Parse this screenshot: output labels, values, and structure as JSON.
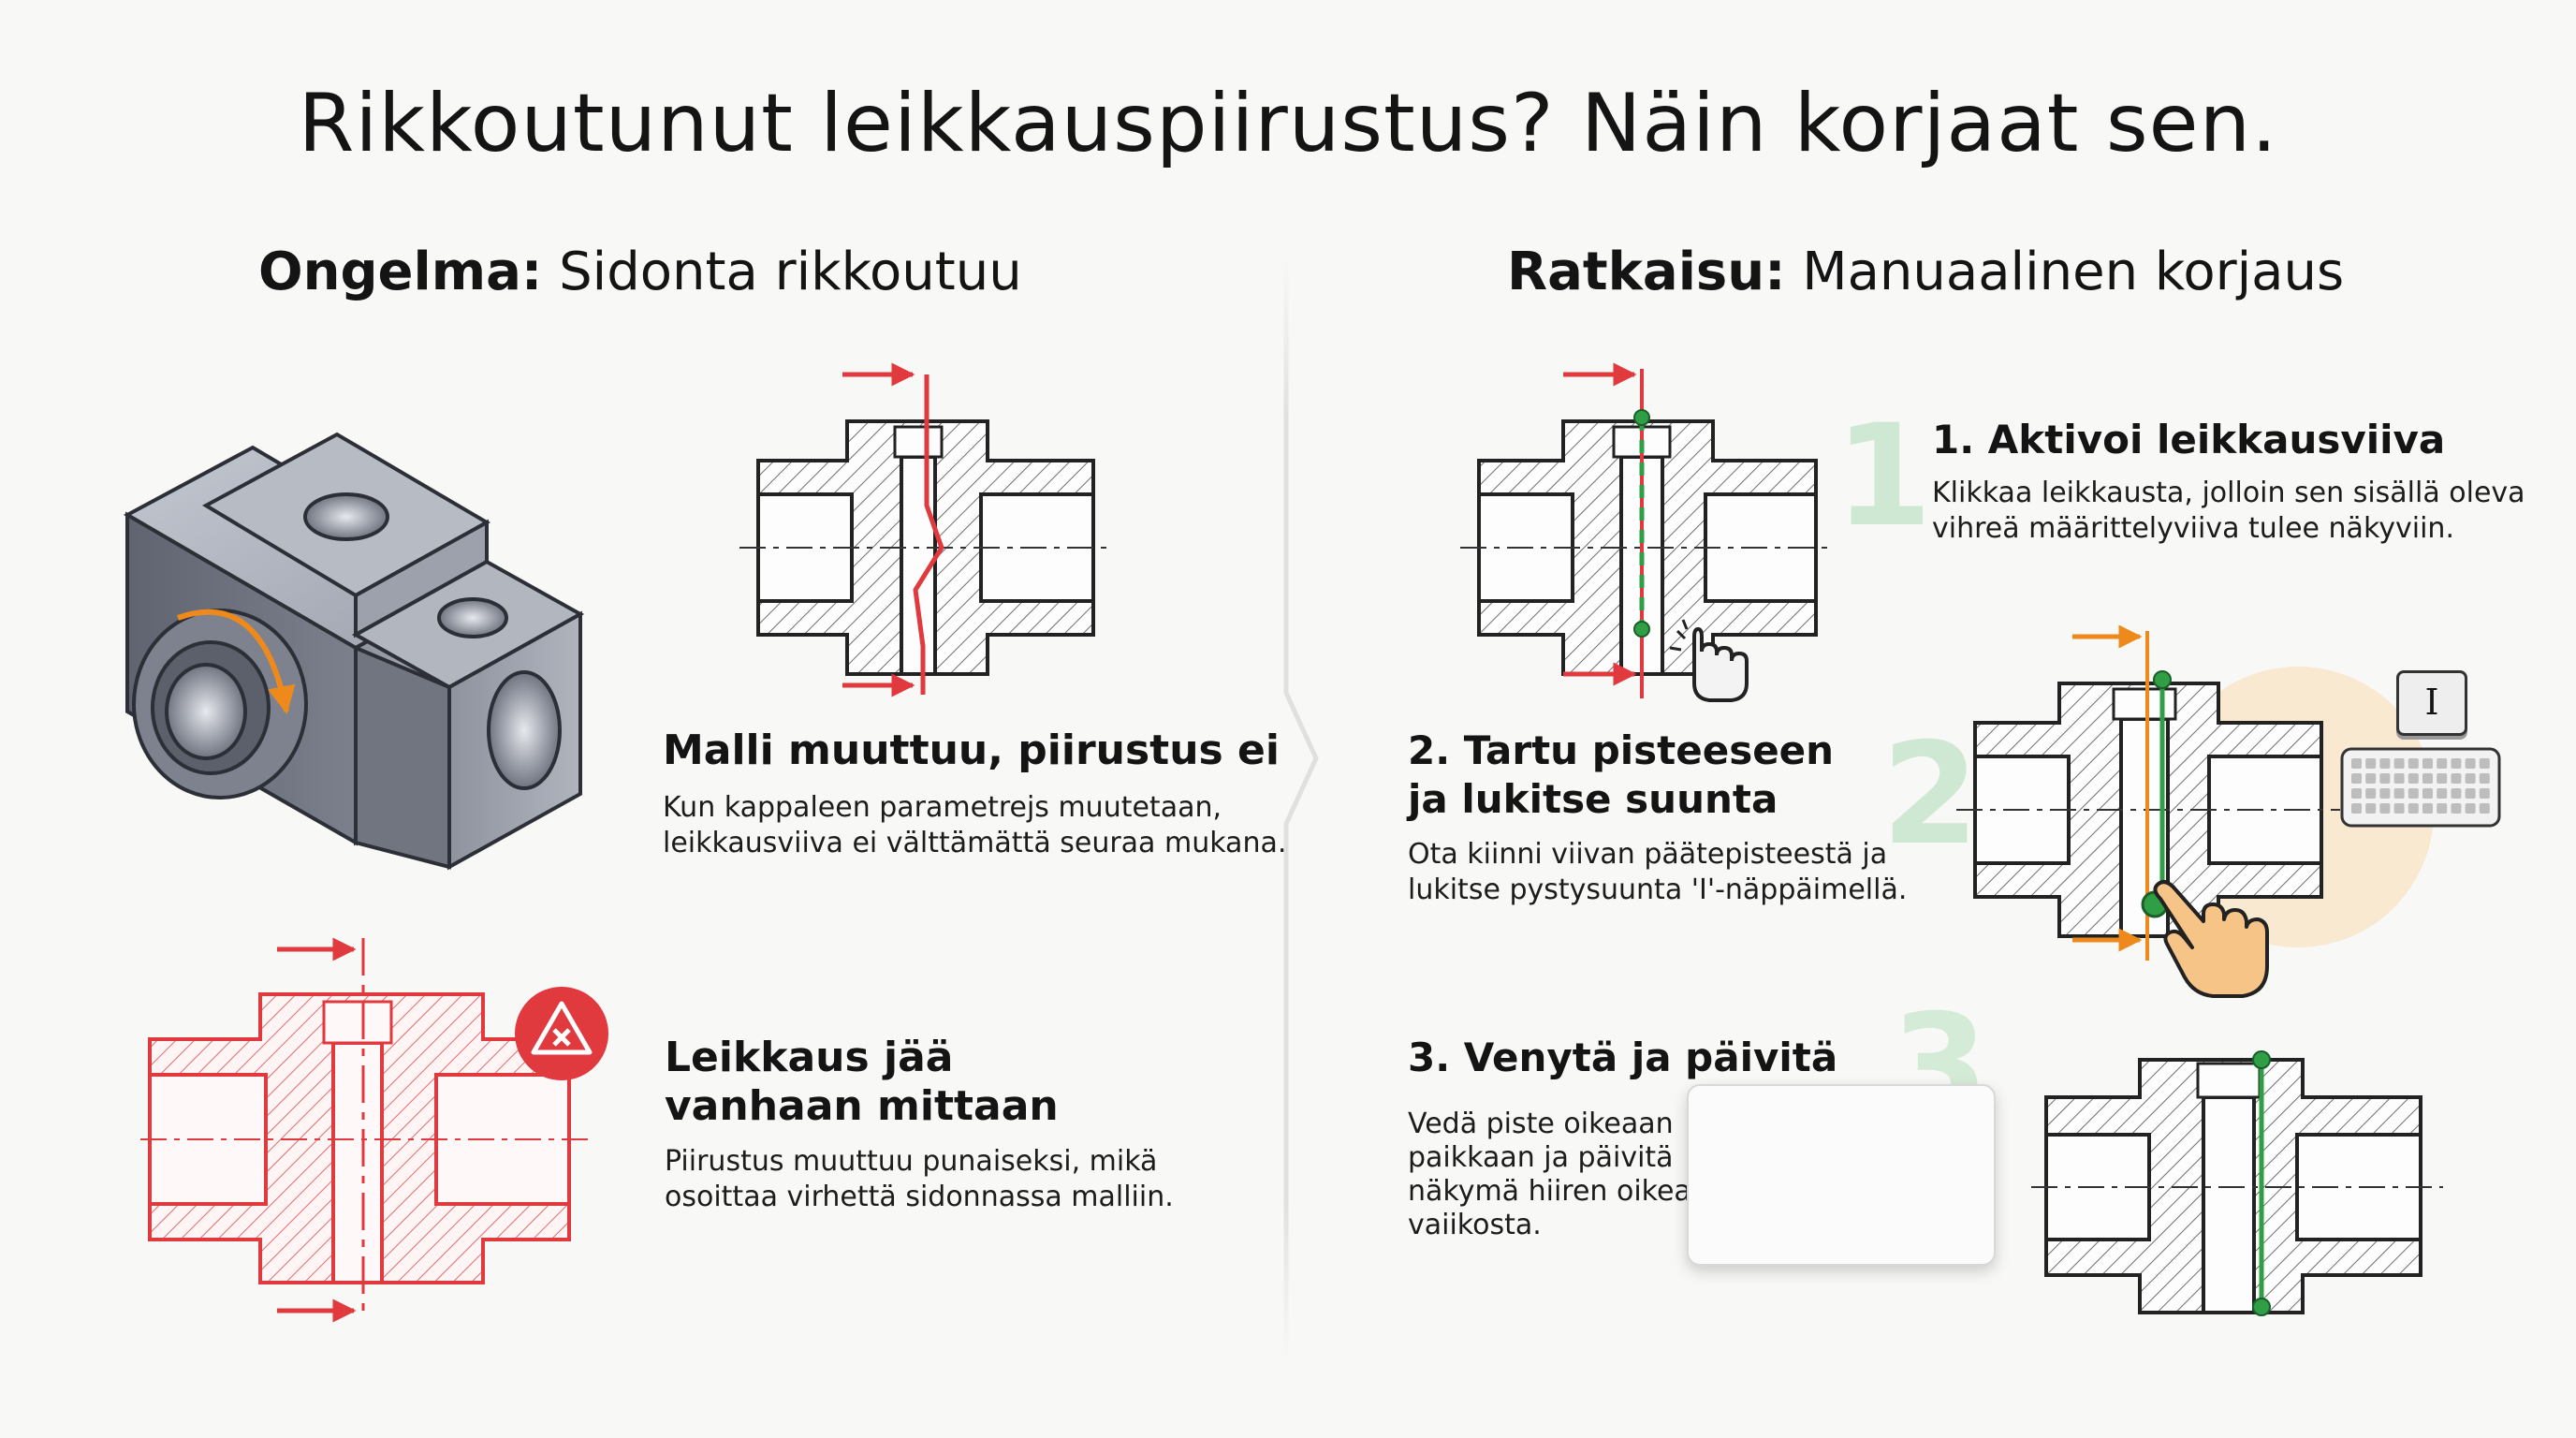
{
  "title": "Rikkoutunut leikkauspiirustus? Näin korjaat sen.",
  "problem": {
    "heading_bold": "Ongelma:",
    "heading_rest": " Sidonta rikkoutuu",
    "item1": {
      "title": "Malli muuttuu, piirustus ei",
      "text_line1": "Kun kappaleen parametrejs muutetaan,",
      "text_line2": "leikkausviiva ei välttämättä seuraa mukana."
    },
    "item2": {
      "title_line1": "Leikkaus jää",
      "title_line2": "vanhaan mittaan",
      "text_line1": "Piirustus muuttuu punaiseksi, mikä",
      "text_line2": "osoittaa virhettä sidonnassa malliin."
    }
  },
  "solution": {
    "heading_bold": "Ratkaisu:",
    "heading_rest": " Manuaalinen korjaus",
    "steps": [
      {
        "number": "1",
        "title": "1. Aktivoi leikkausviiva",
        "text_line1": "Klikkaa leikkausta, jolloin sen sisällä oleva",
        "text_line2": "vihreä määrittelyviiva tulee näkyviin."
      },
      {
        "number": "2",
        "title_line1": "2. Tartu pisteeseen",
        "title_line2": "ja lukitse suunta",
        "text_line1": "Ota kiinni viivan päätepisteestä ja",
        "text_line2": "lukitse pystysuunta 'I'-näppäimellä.",
        "key_label": "I"
      },
      {
        "number": "3",
        "title": "3. Venytä ja päivitä",
        "text_line1": "Vedä piste oikeaan",
        "text_line2": "paikkaan ja päivitä",
        "text_line3": "näkymä hiiren oikea",
        "text_line4": "vaiikosta."
      }
    ]
  },
  "colors": {
    "red": "#e0393e",
    "green": "#2f9e44",
    "orange": "#ee8a1c",
    "hatch": "#777777",
    "step_number": "#cfe8d3",
    "step2_glow": "#f9e2c0"
  },
  "icons": [
    "mouse-cursor-icon",
    "pointing-hand-icon",
    "keyboard-icon",
    "warning-icon",
    "arrow-icon"
  ]
}
